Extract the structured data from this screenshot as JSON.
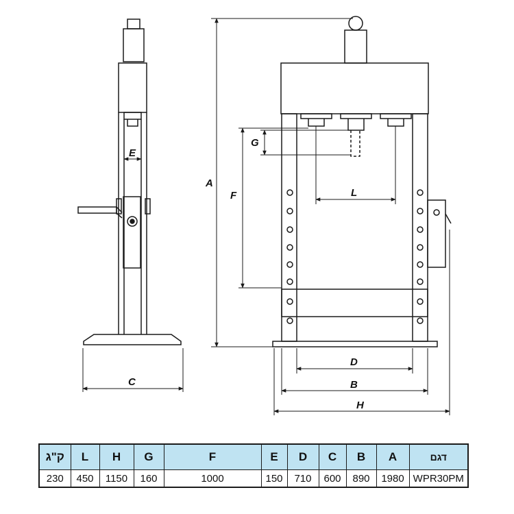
{
  "dimension_labels": {
    "A": "A",
    "B": "B",
    "C": "C",
    "D": "D",
    "E": "E",
    "F": "F",
    "G": "G",
    "H": "H",
    "L": "L"
  },
  "spec_table": {
    "headers": [
      "ק\"ג",
      "L",
      "H",
      "G",
      "F",
      "E",
      "D",
      "C",
      "B",
      "A",
      "דגם"
    ],
    "values": [
      "230",
      "450",
      "1150",
      "160",
      "1000",
      "150",
      "710",
      "600",
      "890",
      "1980",
      "WPR30PM"
    ]
  },
  "colors": {
    "header_fill": "#bfe3f2",
    "line": "#1a1a1a"
  }
}
